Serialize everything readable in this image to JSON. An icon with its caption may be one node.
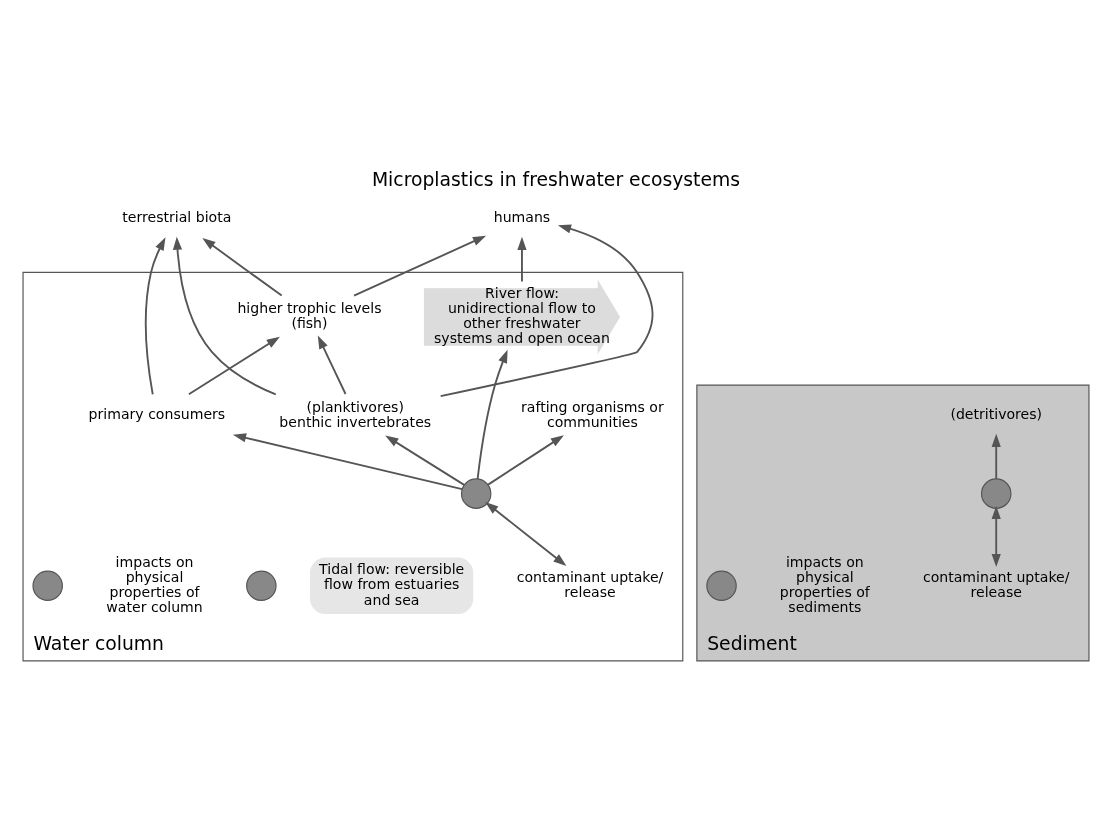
{
  "diagram": {
    "title": "Microplastics in freshwater ecosystems",
    "nodes": [
      {
        "text": [
          "Water column"
        ]
      },
      {
        "text": [
          "Sediment"
        ]
      },
      {
        "text": [
          "terrestrial biota"
        ]
      },
      {
        "text": [
          "humans"
        ]
      },
      {
        "text": [
          "primary consumers"
        ],
        "in": 0
      },
      {
        "text": [
          "higher trophic levels (fish)"
        ],
        "in": 0
      },
      {
        "text": [
          "rafting organisms or communities"
        ],
        "in": 0
      },
      {
        "text": [],
        "shape": "circle",
        "in": 0
      },
      {
        "text": [
          "contaminant uptake/ release"
        ],
        "in": 0
      },
      {
        "text": [
          "(planktivores)",
          "benthic invertebrates"
        ],
        "in": 0
      },
      {
        "text": [
          "River flow: unidirectional flow to other freshwater systems and open ocean"
        ],
        "in": 0
      },
      {
        "text": [
          "Tidal flow: reversible flow from estuaries and sea"
        ],
        "in": 0
      },
      {
        "text": [],
        "shape": "circle",
        "in": 0
      },
      {
        "text": [],
        "shape": "circle",
        "in": 0,
        "beside": [
          "impacts on physical properties of water column"
        ]
      },
      {
        "text": [],
        "shape": "circle",
        "in": 1
      },
      {
        "text": [
          "(detritivores)"
        ],
        "in": 1
      },
      {
        "text": [
          "contaminant uptake/ release"
        ],
        "in": 1
      },
      {
        "text": [],
        "shape": "circle",
        "in": 1,
        "beside": [
          "impacts on physical properties of sediments"
        ]
      }
    ],
    "edges": [
      {
        "from": 4,
        "to": 2,
        "arrow": "to"
      },
      {
        "from": 9,
        "to": 2,
        "arrow": "to"
      },
      {
        "from": 5,
        "to": 2,
        "arrow": "to"
      },
      {
        "from": 5,
        "to": 3,
        "arrow": "to"
      },
      {
        "from": 4,
        "to": 5,
        "arrow": "to"
      },
      {
        "from": 7,
        "to": 4,
        "arrow": "to"
      },
      {
        "from": 7,
        "to": 6,
        "arrow": "to"
      },
      {
        "from": 7,
        "to": 9,
        "arrow": "to"
      },
      {
        "from": 7,
        "to": 10,
        "arrow": "to"
      },
      {
        "from": 8,
        "to": 7,
        "arrow": "both"
      },
      {
        "from": 9,
        "to": 5,
        "arrow": "to"
      },
      {
        "from": 9,
        "to": 3,
        "arrow": "to"
      },
      {
        "from": 10,
        "to": 3,
        "arrow": "to"
      },
      {
        "from": 14,
        "to": 15,
        "arrow": "to"
      },
      {
        "from": 16,
        "to": 14,
        "arrow": "both"
      }
    ]
  }
}
